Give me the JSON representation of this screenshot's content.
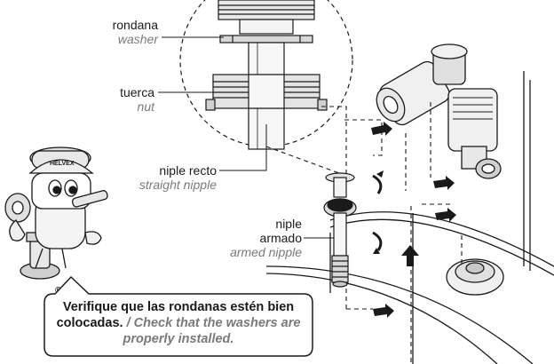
{
  "labels": {
    "washer": {
      "es": "rondana",
      "en": "washer"
    },
    "nut": {
      "es": "tuerca",
      "en": "nut"
    },
    "straight_nipple": {
      "es": "niple recto",
      "en": "straight nipple"
    },
    "armed_nipple": {
      "es_line1": "niple",
      "es_line2": "armado",
      "en": "armed nipple"
    }
  },
  "callout": {
    "es_part1": "Verifique que las rondanas estén bien colocadas.",
    "en_part": "/ Check that the washers are properly installed."
  },
  "mascot": {
    "cap_text": "HELVEX",
    "registered_mark": "®"
  },
  "colors": {
    "line": "#1a1a1a",
    "translation": "#7a7a7a",
    "fill_light": "#f0f0f0",
    "fill_mid": "#d0d0d0"
  }
}
